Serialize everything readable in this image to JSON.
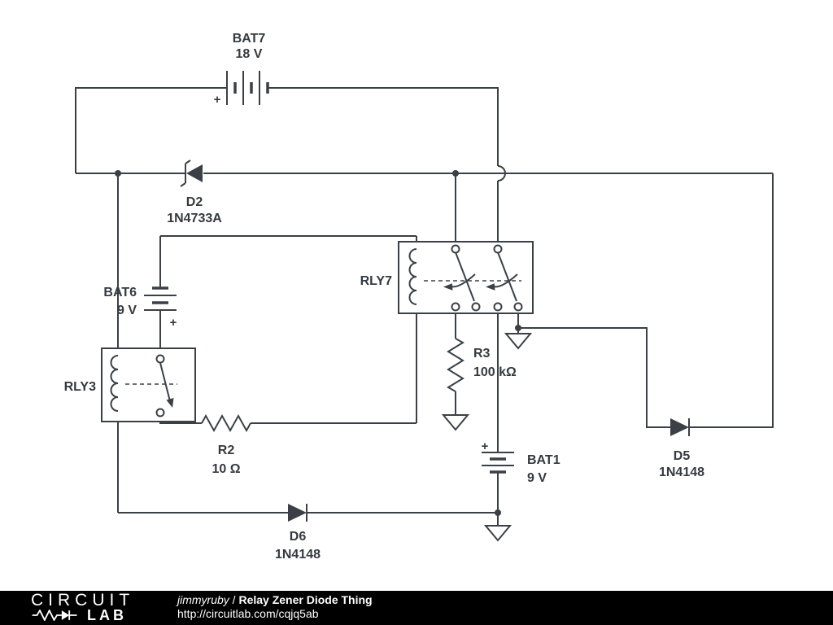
{
  "colors": {
    "schematic_stroke": "#3a4045",
    "background": "#ffffff",
    "footer_bg": "#000000",
    "footer_text": "#ffffff"
  },
  "components": {
    "bat7": {
      "label": "BAT7",
      "value": "18 V",
      "plus": "+"
    },
    "d2": {
      "label": "D2",
      "value": "1N4733A"
    },
    "bat6": {
      "label": "BAT6",
      "value": "9 V",
      "plus": "+"
    },
    "rly3": {
      "label": "RLY3"
    },
    "rly7": {
      "label": "RLY7"
    },
    "r3": {
      "label": "R3",
      "value": "100 kΩ"
    },
    "r2": {
      "label": "R2",
      "value": "10 Ω"
    },
    "bat1": {
      "label": "BAT1",
      "value": "9 V",
      "plus": "+"
    },
    "d5": {
      "label": "D5",
      "value": "1N4148"
    },
    "d6": {
      "label": "D6",
      "value": "1N4148"
    }
  },
  "footer": {
    "logo_top": "CIRCUIT",
    "logo_bottom": "LAB",
    "author": "jimmyruby",
    "separator": " / ",
    "title": "Relay Zener Diode Thing",
    "url": "http://circuitlab.com/cqjq5ab"
  }
}
